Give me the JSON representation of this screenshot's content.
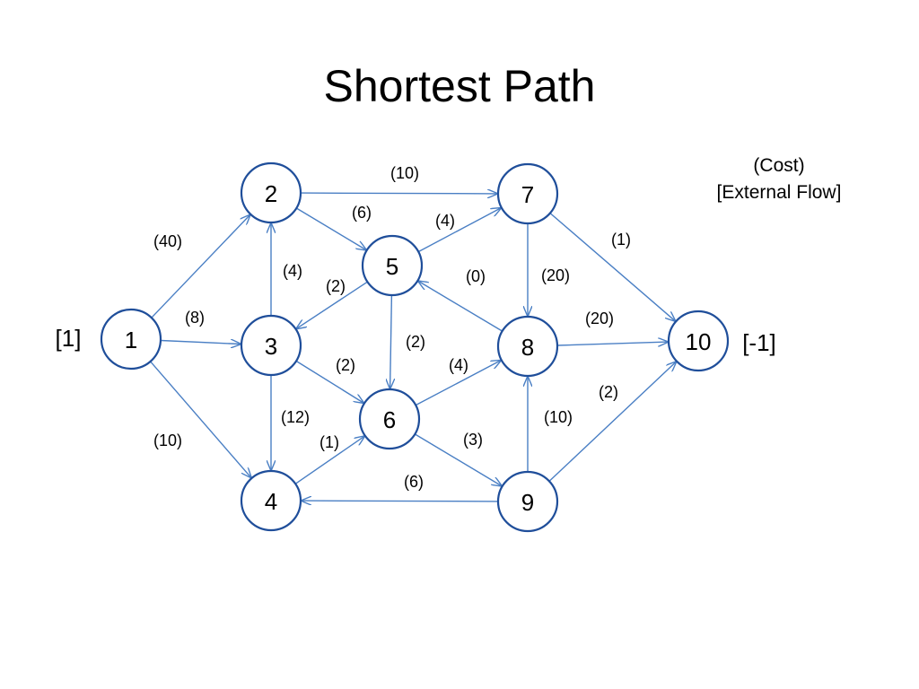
{
  "title": "Shortest Path",
  "legend": {
    "line1": "(Cost)",
    "line2": "[External Flow]"
  },
  "colors": {
    "node_stroke": "#1f4e9a",
    "edge": "#4a7fc4"
  },
  "nodes": [
    {
      "id": "1",
      "label": "1",
      "external_flow": "[1]"
    },
    {
      "id": "2",
      "label": "2"
    },
    {
      "id": "3",
      "label": "3"
    },
    {
      "id": "4",
      "label": "4"
    },
    {
      "id": "5",
      "label": "5"
    },
    {
      "id": "6",
      "label": "6"
    },
    {
      "id": "7",
      "label": "7"
    },
    {
      "id": "8",
      "label": "8"
    },
    {
      "id": "9",
      "label": "9"
    },
    {
      "id": "10",
      "label": "10",
      "external_flow": "[-1]"
    }
  ],
  "edges": [
    {
      "from": "1",
      "to": "2",
      "cost": "(40)"
    },
    {
      "from": "1",
      "to": "3",
      "cost": "(8)"
    },
    {
      "from": "1",
      "to": "4",
      "cost": "(10)"
    },
    {
      "from": "2",
      "to": "7",
      "cost": "(10)"
    },
    {
      "from": "2",
      "to": "5",
      "cost": "(6)"
    },
    {
      "from": "3",
      "to": "2",
      "cost": "(4)"
    },
    {
      "from": "5",
      "to": "3",
      "cost": "(2)"
    },
    {
      "from": "3",
      "to": "6",
      "cost": "(2)"
    },
    {
      "from": "3",
      "to": "4",
      "cost": "(12)"
    },
    {
      "from": "5",
      "to": "7",
      "cost": "(4)"
    },
    {
      "from": "8",
      "to": "5",
      "cost": "(0)"
    },
    {
      "from": "5",
      "to": "6",
      "cost": "(2)"
    },
    {
      "from": "4",
      "to": "6",
      "cost": "(1)"
    },
    {
      "from": "6",
      "to": "8",
      "cost": "(4)"
    },
    {
      "from": "6",
      "to": "9",
      "cost": "(3)"
    },
    {
      "from": "7",
      "to": "8",
      "cost": "(20)"
    },
    {
      "from": "7",
      "to": "10",
      "cost": "(1)"
    },
    {
      "from": "8",
      "to": "10",
      "cost": "(20)"
    },
    {
      "from": "9",
      "to": "8",
      "cost": "(10)"
    },
    {
      "from": "9",
      "to": "10",
      "cost": "(2)"
    },
    {
      "from": "9",
      "to": "4",
      "cost": "(6)"
    }
  ]
}
